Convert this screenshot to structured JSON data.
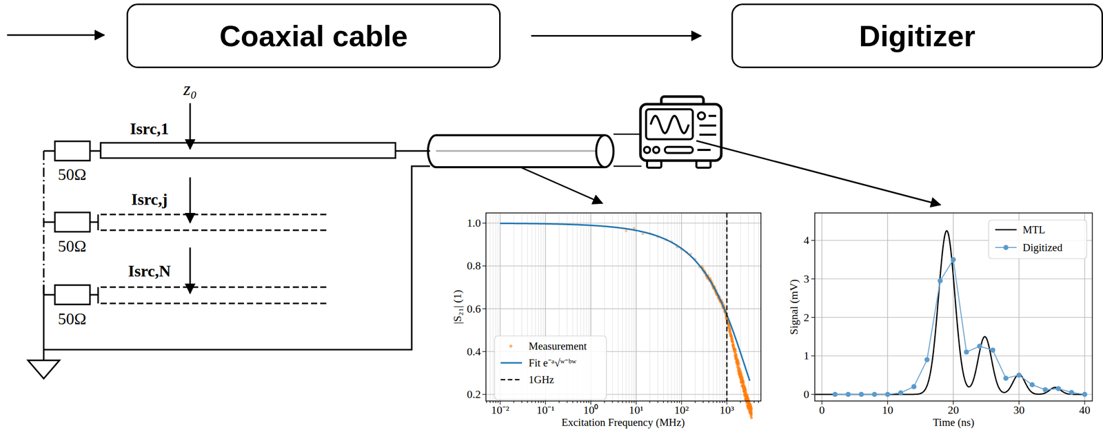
{
  "diagram": {
    "nodes": [
      {
        "text": [
          "Coaxial cable"
        ]
      },
      {
        "text": [
          "Digitizer"
        ]
      }
    ],
    "edges": [
      {
        "from": 0,
        "to": 1,
        "arrow": "to"
      }
    ],
    "labels": [
      "z₀",
      "Isrc,1",
      "Isrc,j",
      "Isrc,N",
      "50Ω",
      "50Ω",
      "50Ω",
      "1.0",
      "0.8",
      "0.6",
      "0.4",
      "0.2",
      "10⁻²",
      "10⁻¹",
      "10⁰",
      "10¹",
      "10²",
      "10³",
      "|S₂₁| (1)",
      "Excitation Frequency (MHz)",
      "0",
      "1",
      "2",
      "3",
      "4",
      "0",
      "10",
      "20",
      "30",
      "40",
      "Signal (mV)",
      "Time (ns)"
    ],
    "legend": [
      {
        "text": "Measurement"
      },
      {
        "text": "Fit e⁻ᵃ√ʷ⁻ᵇʷ"
      },
      {
        "text": "1GHz"
      },
      {
        "text": "MTL"
      },
      {
        "text": "Digitized"
      }
    ]
  }
}
